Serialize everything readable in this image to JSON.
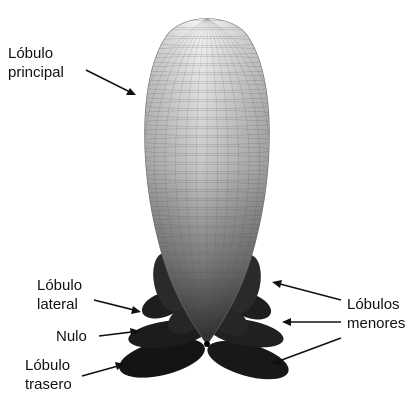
{
  "labels": {
    "main_lobe": [
      "Lóbulo",
      "principal"
    ],
    "side_lobe": [
      "Lóbulo",
      "lateral"
    ],
    "null": "Nulo",
    "back_lobe": [
      "Lóbulo",
      "trasero"
    ],
    "minor_lobes": [
      "Lóbulos",
      "menores"
    ]
  },
  "colors": {
    "text": "#111111",
    "arrow": "#111111",
    "lobe_light": "#f2f2f2",
    "lobe_mid": "#8a8a8a",
    "lobe_dark": "#0d0d0d",
    "mesh": "#555555"
  }
}
